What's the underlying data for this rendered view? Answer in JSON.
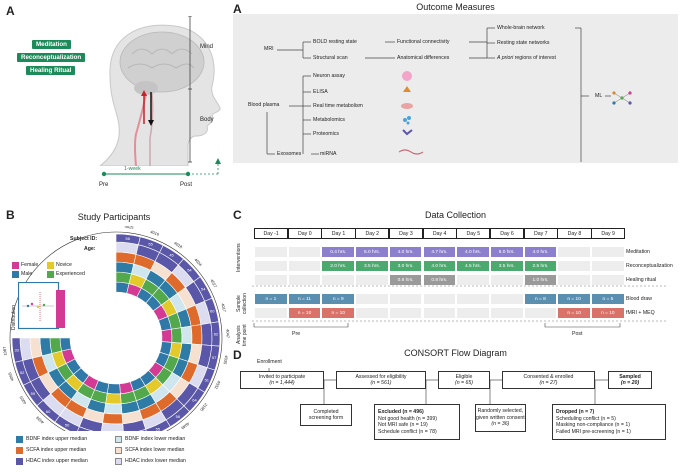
{
  "panels": {
    "a": "A",
    "b": "B",
    "c": "C",
    "d": "D"
  },
  "panel_a": {
    "interventions": [
      "Meditation",
      "Reconceptualization",
      "Healing Ritual"
    ],
    "mind_label": "Mind",
    "body_label": "Body",
    "week_label": "1-week",
    "pre_label": "Pre",
    "post_label": "Post",
    "title": "Outcome Measures",
    "mri": "MRI",
    "bold": "BOLD resting state",
    "structural": "Structural scan",
    "functional": "Functional connectivity",
    "anatomical": "Anatomical differences",
    "whole_brain": "Whole-brain network",
    "resting_networks": "Resting state networks",
    "apriori_italic": "A priori",
    "apriori_rest": " regions of interest",
    "blood_plasma": "Blood plasma",
    "neuron": "Neuron assay",
    "elisa": "ELISA",
    "realtime": "Real time metabolism",
    "metabolomics": "Metabolomics",
    "proteomics": "Proteomics",
    "exosomes": "Exosomes",
    "mirna": "miRNA",
    "ml": "ML"
  },
  "panel_b": {
    "title": "Study Participants",
    "subject_id": "Subject ID:",
    "age": "Age:",
    "legend_sex": [
      "Female",
      "Male"
    ],
    "legend_exp": [
      "Novice",
      "Experienced"
    ],
    "distribution": "Distribution",
    "subjects": [
      "4025",
      "4016",
      "4018",
      "4034",
      "4027",
      "4017",
      "4047",
      "4035",
      "4032",
      "2185",
      "4049",
      "4020",
      "2176",
      "4015",
      "4015",
      "4023",
      "4039",
      "4025",
      "4055",
      "1087"
    ],
    "ages": [
      "56",
      "55",
      "45",
      "54",
      "54",
      "60",
      "62",
      "57",
      "51",
      "64",
      "58",
      "55",
      "48",
      "61",
      "51",
      "50",
      "60",
      "59",
      "52",
      "33"
    ],
    "legend_bottom": [
      [
        "BDNF index upper median",
        "BDNF index lower median"
      ],
      [
        "SCFA index upper median",
        "SCFA index lower median"
      ],
      [
        "HDAC index upper median",
        "HDAC index lower median"
      ]
    ],
    "colors": {
      "female": "#d33a93",
      "male": "#2f78a8",
      "novice": "#e3c92a",
      "experienced": "#52a84b",
      "bdnf_hi": "#2e7ba6",
      "bdnf_lo": "#cfe6ef",
      "scfa_hi": "#de6b2c",
      "scfa_lo": "#f6e0cf",
      "hdac_hi": "#5b57a8",
      "hdac_lo": "#dcdcf0"
    }
  },
  "panel_c": {
    "title": "Data Collection",
    "days": [
      "Day -1",
      "Day 0",
      "Day 1",
      "Day 2",
      "Day 3",
      "Day 4",
      "Day 5",
      "Day 6",
      "Day 7",
      "Day 8",
      "Day 9"
    ],
    "side_interventions": "Interventions",
    "side_sample": "Sample collection",
    "side_analysis": "Analysis time point",
    "rows": [
      "Meditation",
      "Reconceptualization",
      "Healing ritual",
      "Blood draw",
      "fMRI + MEQ"
    ],
    "meditation": [
      "0.4 hrs.",
      "5.0 hrs.",
      "4.0 hrs.",
      "4.7 hrs.",
      "4.0 hrs.",
      "6.0 hrs.",
      "4.0 hrs."
    ],
    "reconcept": [
      "2.0 hrs.",
      "3.5 hrs.",
      "3.0 hrs.",
      "4.0 hrs.",
      "4.5 hrs.",
      "3.5 hrs.",
      "2.5 hrs."
    ],
    "healing": [
      "0.8 hrs.",
      "0.8 hrs.",
      "1.0 hrs."
    ],
    "blood": [
      "n = 1",
      "n = 11",
      "n = 9",
      "n = 8",
      "n = 10",
      "n = 5"
    ],
    "fmri": [
      "n = 10",
      "n = 10",
      "n = 10",
      "n = 10"
    ],
    "pre": "Pre",
    "post": "Post"
  },
  "panel_d": {
    "title": "CONSORT Flow Diagram",
    "enrollment": "Enrollment",
    "invited": "Invited to participate",
    "invited_n": "(n = 1,444)",
    "assessed": "Assessed for eligibility",
    "assessed_n": "(n = 561)",
    "eligible": "Eligible",
    "eligible_n": "(n = 65)",
    "consented": "Consented & enrolled",
    "consented_n": "(n = 27)",
    "sampled": "Sampled",
    "sampled_n": "(n = 20)",
    "screening1": "Completed",
    "screening2": "screening form",
    "excluded": "Excluded (n = 496)",
    "excluded_items": [
      "Not good health (n = 399)",
      "Not MRI safe (n = 19)",
      "Schedule conflict (n = 78)"
    ],
    "random1": "Randomly selected,",
    "random2": "given written consent",
    "random_n": "(n = 36)",
    "dropped": "Dropped (n = 7)",
    "dropped_items": [
      "Scheduling conflict (n = 5)",
      "Masking non-compliance (n = 1)",
      "Failed MRI pre-screening (n = 1)"
    ]
  }
}
